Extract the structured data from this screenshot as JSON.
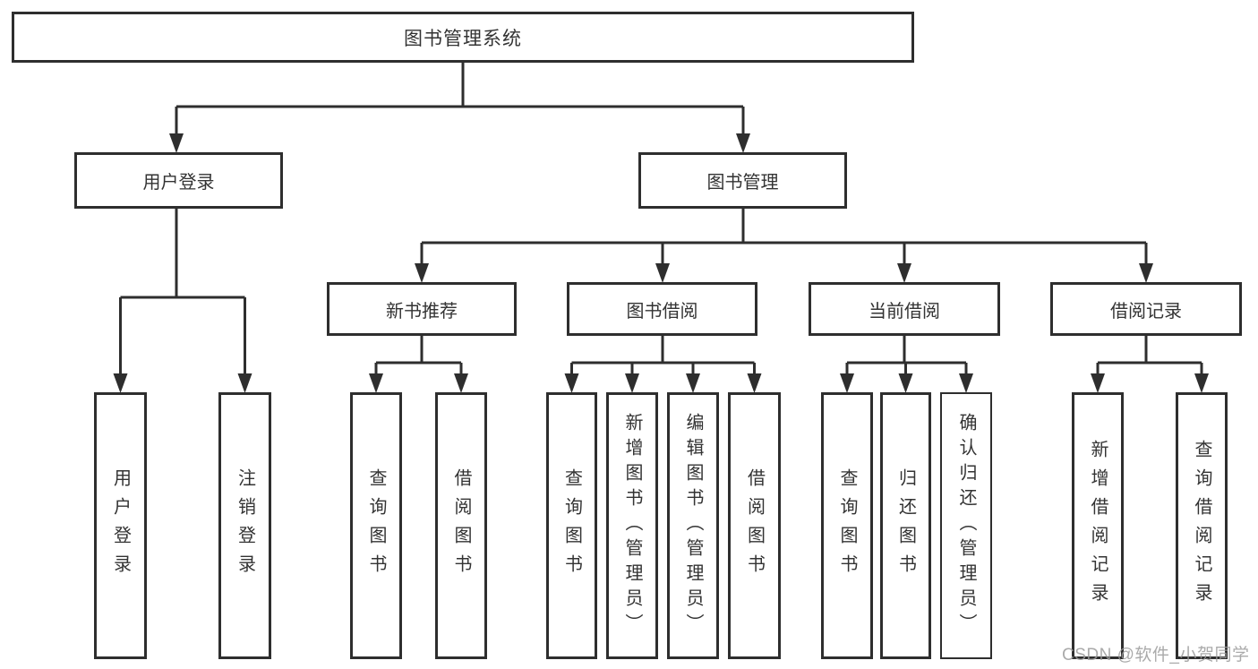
{
  "colors": {
    "line": "#2e2e2e",
    "box_border": "#2e2e2e",
    "text": "#333333",
    "background": "#ffffff",
    "watermark": "#9b9b9b"
  },
  "watermark": {
    "text": "CSDN @软件_小贺同学"
  },
  "tree": {
    "root": {
      "label": "图书管理系统"
    },
    "branches": [
      {
        "label": "用户登录",
        "children": [
          {
            "label": "用户登录"
          },
          {
            "label": "注销登录"
          }
        ]
      },
      {
        "label": "图书管理",
        "children": [
          {
            "label": "新书推荐",
            "children": [
              {
                "label": "查询图书"
              },
              {
                "label": "借阅图书"
              }
            ]
          },
          {
            "label": "图书借阅",
            "children": [
              {
                "label": "查询图书"
              },
              {
                "label": "新增图书（管理员）"
              },
              {
                "label": "编辑图书（管理员）"
              },
              {
                "label": "借阅图书"
              }
            ]
          },
          {
            "label": "当前借阅",
            "children": [
              {
                "label": "查询图书"
              },
              {
                "label": "归还图书"
              },
              {
                "label": "确认归还（管理员）"
              }
            ]
          },
          {
            "label": "借阅记录",
            "children": [
              {
                "label": "新增借阅记录"
              },
              {
                "label": "查询借阅记录"
              }
            ]
          }
        ]
      }
    ]
  }
}
